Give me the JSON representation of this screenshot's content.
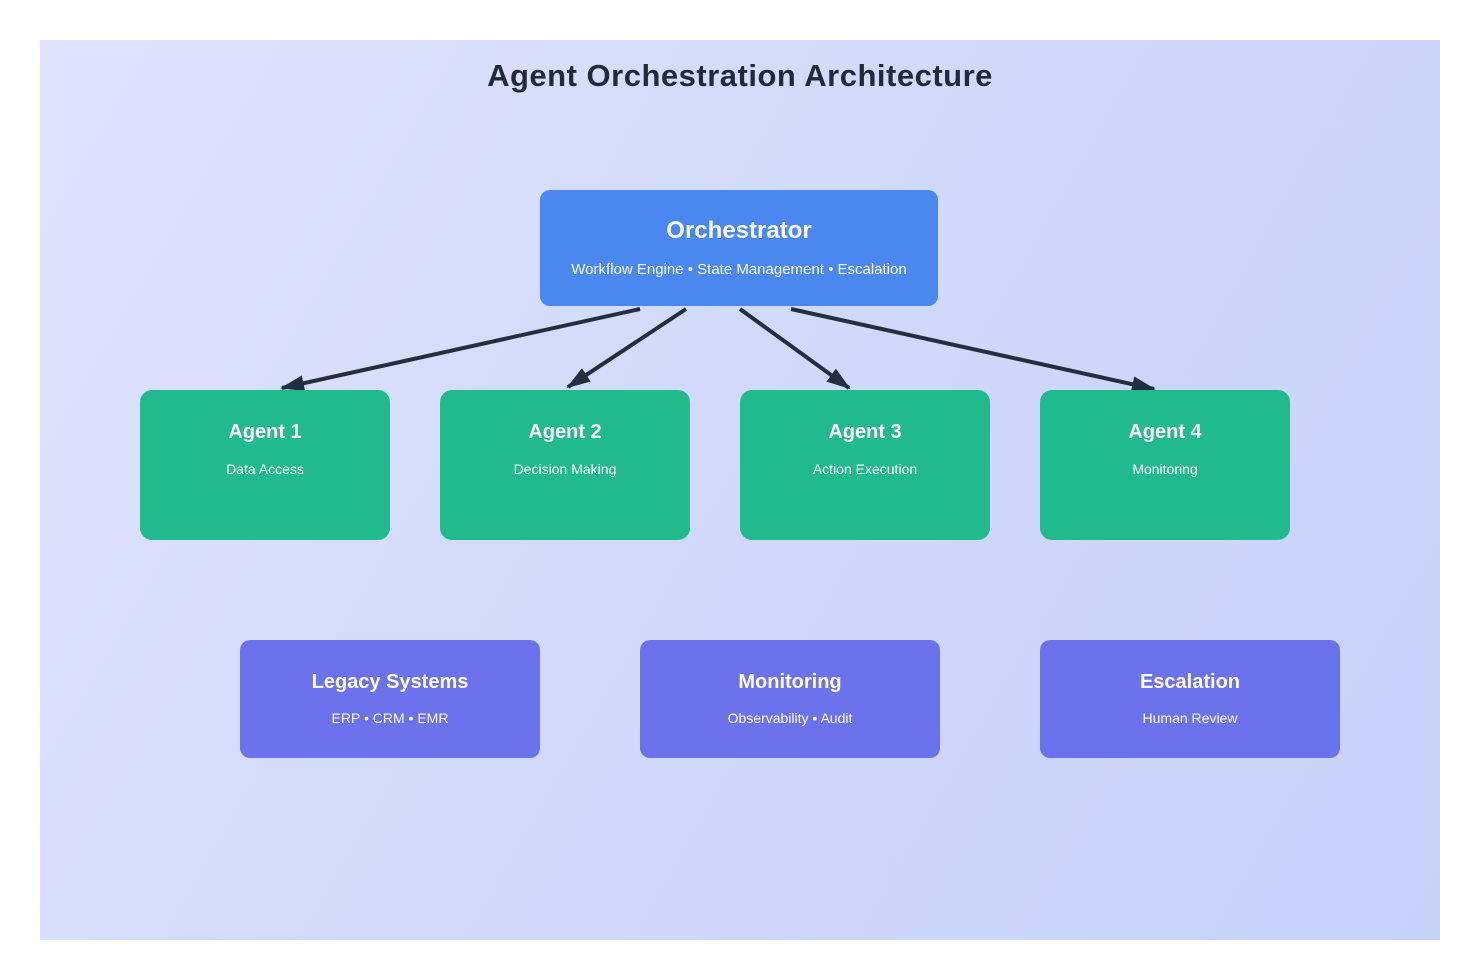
{
  "page": {
    "title": "Agent Orchestration Architecture"
  },
  "colors": {
    "page_background": "#ffffff",
    "canvas_gradient_start": "#dfe4fc",
    "canvas_gradient_end": "#c7d1fa",
    "orchestrator_fill": "#4a88f0",
    "agent_fill": "#21ba8d",
    "subsystem_fill": "#6c71ec",
    "arrow": "#232e3f",
    "title_text": "#1f2a3c",
    "node_text": "#ffffff"
  },
  "orchestrator": {
    "title": "Orchestrator",
    "subtitle": "Workflow Engine • State Management • Escalation"
  },
  "agents": [
    {
      "title": "Agent 1",
      "subtitle": "Data Access"
    },
    {
      "title": "Agent 2",
      "subtitle": "Decision Making"
    },
    {
      "title": "Agent 3",
      "subtitle": "Action Execution"
    },
    {
      "title": "Agent 4",
      "subtitle": "Monitoring"
    }
  ],
  "subsystems": [
    {
      "title": "Legacy Systems",
      "subtitle": "ERP • CRM • EMR"
    },
    {
      "title": "Monitoring",
      "subtitle": "Observability • Audit"
    },
    {
      "title": "Escalation",
      "subtitle": "Human Review"
    }
  ]
}
